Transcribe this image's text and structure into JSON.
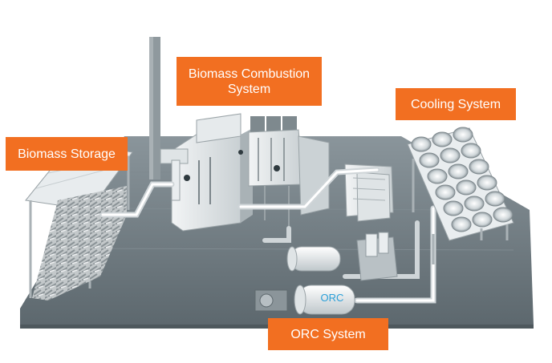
{
  "labels": {
    "biomass_storage": "Biomass Storage",
    "combustion_line1": "Biomass Combustion",
    "combustion_line2": "System",
    "cooling_system": "Cooling System",
    "orc_system": "ORC System"
  },
  "orc_unit_tag": "ORC",
  "colors": {
    "label_background": "#f26f21",
    "label_text": "#ffffff",
    "orc_tag_text": "#2a9fd8",
    "platform": "#6f7a80"
  }
}
